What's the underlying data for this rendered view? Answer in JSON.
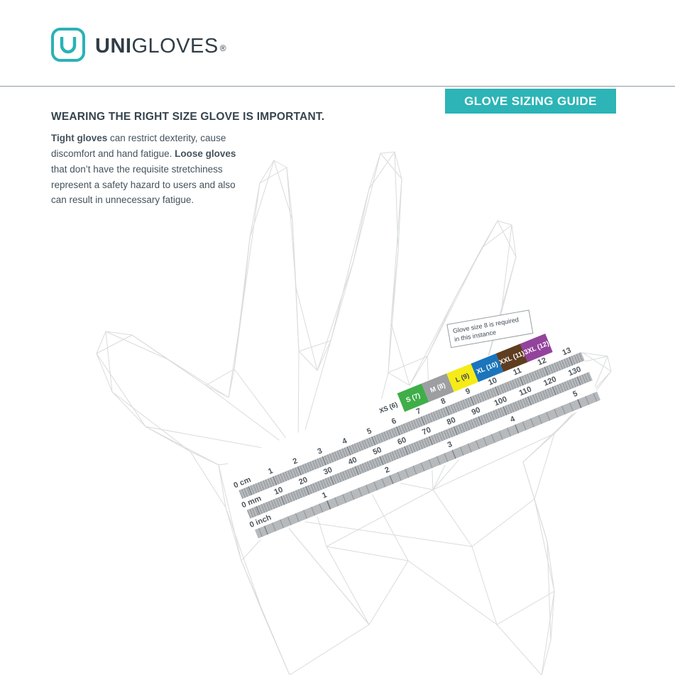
{
  "header": {
    "brand_bold": "UNI",
    "brand_light": "GLOVES",
    "registered": "®"
  },
  "banner": {
    "label": "GLOVE SIZING GUIDE",
    "bg": "#2cb4b6",
    "fg": "#ffffff"
  },
  "intro": {
    "heading": "WEARING THE RIGHT SIZE GLOVE IS IMPORTANT.",
    "parts": [
      {
        "text": "Tight gloves",
        "bold": true
      },
      {
        "text": " can restrict dexterity, cause discomfort and hand fatigue. ",
        "bold": false
      },
      {
        "text": "Loose gloves",
        "bold": true
      },
      {
        "text": " that don’t have the requisite stretchiness represent a safety hazard to users and also can result in unnecessary fatigue.",
        "bold": false
      }
    ]
  },
  "callout": {
    "line1": "Glove size 8 is required",
    "line2": "in this instance"
  },
  "ruler": {
    "sizes": [
      {
        "label": "XS (6)",
        "value": 6,
        "bg": "#ffffff",
        "fg": "#3c4a54"
      },
      {
        "label": "S (7)",
        "value": 7,
        "bg": "#3fae49",
        "fg": "#ffffff"
      },
      {
        "label": "M (8)",
        "value": 8,
        "bg": "#9c9ea1",
        "fg": "#ffffff"
      },
      {
        "label": "L (9)",
        "value": 9,
        "bg": "#f6eb16",
        "fg": "#3c4a54"
      },
      {
        "label": "XL (10)",
        "value": 10,
        "bg": "#1b75bc",
        "fg": "#ffffff"
      },
      {
        "label": "XXL (11)",
        "value": 11,
        "bg": "#5f3d20",
        "fg": "#ffffff"
      },
      {
        "label": "3XL (12)",
        "value": 12,
        "bg": "#93439c",
        "fg": "#ffffff"
      }
    ],
    "cm": {
      "zero_label": "0 cm",
      "labels": [
        "1",
        "2",
        "3",
        "4",
        "5",
        "6",
        "7",
        "8",
        "9",
        "10",
        "11",
        "12",
        "13"
      ]
    },
    "mm": {
      "zero_label": "0 mm",
      "labels": [
        "10",
        "20",
        "30",
        "40",
        "50",
        "60",
        "70",
        "80",
        "90",
        "100",
        "110",
        "120",
        "130"
      ]
    },
    "inch": {
      "zero_label": "0 inch",
      "labels": [
        "1",
        "2",
        "3",
        "4",
        "5"
      ]
    }
  },
  "colors": {
    "accent_teal": "#2cb4b6",
    "text_dark": "#36444e"
  }
}
